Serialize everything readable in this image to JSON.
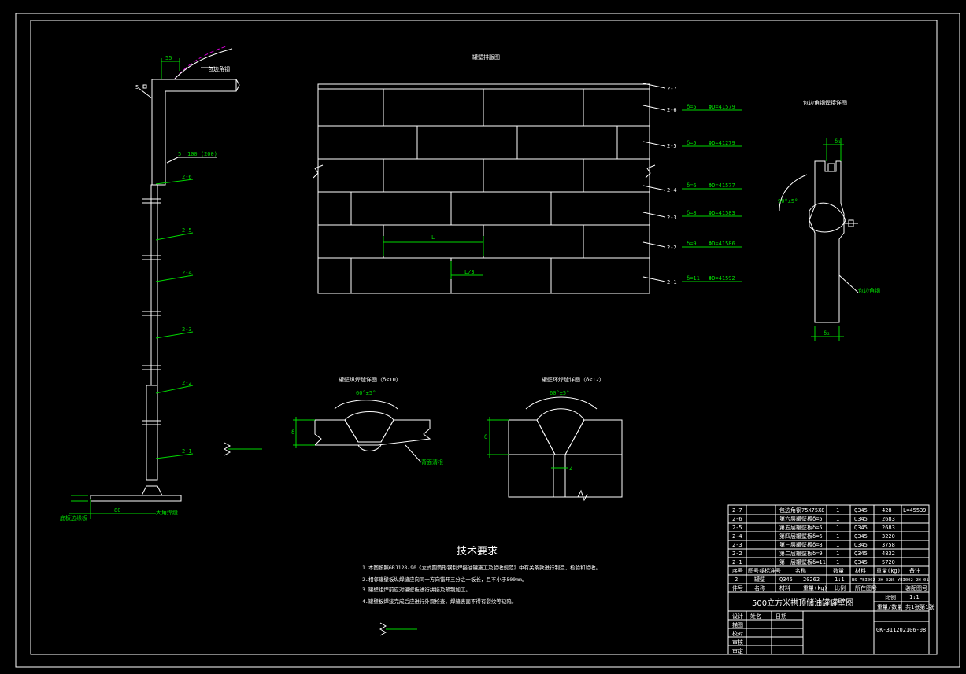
{
  "colors": {
    "background": "#000000",
    "line": "#ffffff",
    "dimension": "#00d800",
    "curve": "#d000d0"
  },
  "elevation": {
    "top_dim": "55",
    "wind_girder_label": "包边角钢",
    "course_labels": [
      "2-6",
      "2-5",
      "2-4",
      "2-3",
      "2-2",
      "2-1"
    ],
    "weld_mark_top": "5",
    "weld_mark_mid": "5",
    "weld_mark_mid_value": "100 (200)",
    "bottom_dim": "80",
    "bottom_left_label": "底板边缘板",
    "bottom_right_label": "大角焊缝"
  },
  "shell_layout": {
    "title": "罐壁排版图",
    "leader_labels": [
      "2-7",
      "2-6",
      "2-5",
      "2-4",
      "2-3",
      "2-2",
      "2-1"
    ],
    "course_specs": [
      {
        "thk": "δ=5",
        "dia": "ΦD=41579"
      },
      {
        "thk": "δ=5",
        "dia": "ΦD=41279"
      },
      {
        "thk": "δ=6",
        "dia": "ΦD=41577"
      },
      {
        "thk": "δ=8",
        "dia": "ΦD=41583"
      },
      {
        "thk": "δ=9",
        "dia": "ΦD=41586"
      },
      {
        "thk": "δ=11",
        "dia": "ΦD=41592"
      }
    ],
    "dim_L": "L",
    "dim_L3": "L/3"
  },
  "detail_right": {
    "title": "包边角钢焊接详图",
    "angle": "90°±5°",
    "note": "包边角钢",
    "dim": "δ₂",
    "dim_top": "δ₁"
  },
  "detail_a": {
    "title": "罐壁纵焊缝详图（δ<10）",
    "angle": "60°±5°",
    "note": "背面清根",
    "dim": "δ"
  },
  "detail_b": {
    "title": "罐壁环焊缝详图（δ<12）",
    "angle": "60°±5°",
    "dim": "δ",
    "dim2": "2"
  },
  "tech": {
    "title": "技术要求",
    "lines": [
      "1.本图按照GBJ128-90《立式圆筒形钢制焊接油罐施工及验收规范》中有关条款进行制造、检验和验收。",
      "2.相邻罐壁板纵焊缝应向同一方向错开三分之一板长，且不小于500mm。",
      "3.罐壁组焊前应对罐壁板进行拼接及预制加工。",
      "4.罐壁板焊接完成后应进行外观检查，焊缝表面不得有裂纹等缺陷。"
    ]
  },
  "bom": {
    "rows": [
      {
        "no": "2-7",
        "code": "",
        "name": "包边角钢75X75X8",
        "qty": "1",
        "mat": "Q345",
        "wt": "428",
        "note": "L=45539"
      },
      {
        "no": "2-6",
        "code": "",
        "name": "第六层罐壁板δ=5",
        "qty": "1",
        "mat": "Q345",
        "wt": "2683",
        "note": ""
      },
      {
        "no": "2-5",
        "code": "",
        "name": "第五层罐壁板δ=5",
        "qty": "1",
        "mat": "Q345",
        "wt": "2683",
        "note": ""
      },
      {
        "no": "2-4",
        "code": "",
        "name": "第四层罐壁板δ=6",
        "qty": "1",
        "mat": "Q345",
        "wt": "3220",
        "note": ""
      },
      {
        "no": "2-3",
        "code": "",
        "name": "第三层罐壁板δ=8",
        "qty": "1",
        "mat": "Q345",
        "wt": "3758",
        "note": ""
      },
      {
        "no": "2-2",
        "code": "",
        "name": "第二层罐壁板δ=9",
        "qty": "1",
        "mat": "Q345",
        "wt": "4832",
        "note": ""
      },
      {
        "no": "2-1",
        "code": "",
        "name": "第一层罐壁板δ=11",
        "qty": "1",
        "mat": "Q345",
        "wt": "5720",
        "note": ""
      }
    ],
    "header1": [
      "序号",
      "图号或标准号",
      "名称",
      "数量",
      "材料",
      "重量(kg)",
      "备注"
    ],
    "main_row": [
      "2",
      "罐壁",
      "Q345",
      "20262",
      "1:1",
      "BS-YBI002-2H-02",
      "BS-YBI002-2H-01"
    ],
    "header2": [
      "件号",
      "名称",
      "材料",
      "重量(kg)",
      "比例",
      "所在图号",
      "装配图号"
    ]
  },
  "titleblock": {
    "title": "500立方米拱顶储油罐罐壁图",
    "scale_label": "比例",
    "scale": "1:1",
    "weight_label": "重量/数量",
    "sheet": "共1张第1张",
    "roles": [
      "设计",
      "描图",
      "校对",
      "审核",
      "审定"
    ],
    "signer": "姓名",
    "date_label": "日期",
    "drawing_no": "GK-311202106-08"
  }
}
